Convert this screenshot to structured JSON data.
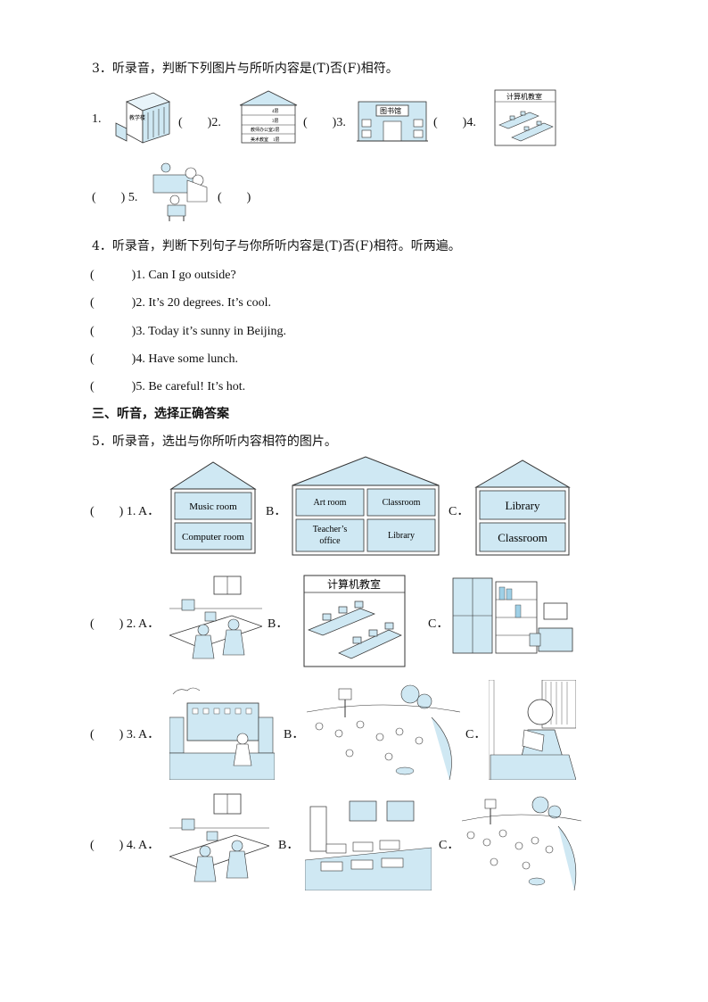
{
  "section3": {
    "title": "3．听录音，判断下列图片与所听内容是(T)否(F)相符。",
    "items": [
      {
        "num": "1.",
        "paren": "(　　)2.",
        "icon": "teaching-building"
      },
      {
        "num": "",
        "paren": "(　　)3.",
        "icon": "floor-directory"
      },
      {
        "num": "",
        "paren": "(　　)4.",
        "icon": "library-building"
      },
      {
        "num": "",
        "paren": "",
        "icon": "computer-room"
      },
      {
        "num": "(　　) 5.",
        "paren": "(　　)",
        "icon": "students-reading"
      }
    ],
    "sign_library": "图书馆",
    "sign_computer": "计算机教室",
    "sign_teaching": "教学楼",
    "floors": [
      "4层",
      "3层",
      "教师办公室2层",
      "美术教室　1层"
    ]
  },
  "section4": {
    "title": "4．听录音，判断下列句子与你所听内容是(T)否(F)相符。听两遍。",
    "items": [
      {
        "paren": "(　　　)",
        "text": "1. Can I go outside?"
      },
      {
        "paren": "(　　　)",
        "text": "2. It’s 20 degrees. It’s cool."
      },
      {
        "paren": "(　　　)",
        "text": "3. Today it’s sunny in Beijing."
      },
      {
        "paren": "(　　　)",
        "text": "4. Have some lunch."
      },
      {
        "paren": "(　　　)",
        "text": "5. Be careful!  It’s hot."
      }
    ]
  },
  "part3": {
    "title": "三、听音，选择正确答案"
  },
  "section5": {
    "title": "5．听录音，选出与你所听内容相符的图片。",
    "q1": {
      "label": "(　　) 1. A．",
      "b": "B．",
      "c": "C．",
      "a_rooms": [
        "Music room",
        "Computer room"
      ],
      "b_rooms": [
        "Art room",
        "Classroom",
        "Teacher’s",
        "office",
        "Library"
      ],
      "c_rooms": [
        "Library",
        "Classroom"
      ]
    },
    "q2": {
      "label": "(　　) 2. A．",
      "b": "B．",
      "c": "C．",
      "b_sign": "计算机教室"
    },
    "q3": {
      "label": "(　　) 3. A．",
      "b": "B．",
      "c": "C．"
    },
    "q4": {
      "label": "(　　) 4. A．",
      "b": "B．",
      "c": "C．"
    }
  },
  "colors": {
    "fill": "#cfe8f3",
    "line": "#333333",
    "accent": "#9fd0e6"
  }
}
